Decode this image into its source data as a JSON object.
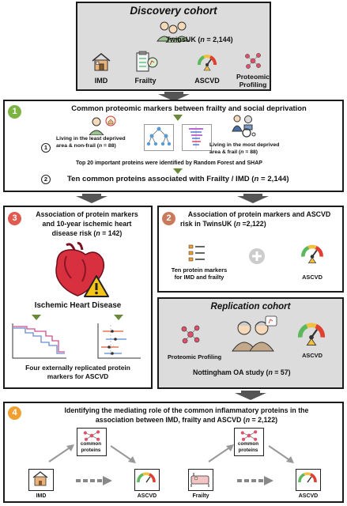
{
  "discovery": {
    "title": "Discovery cohort",
    "cohort": "TwinsUK (",
    "cohort_n": "n",
    "cohort_tail": " = 2,144)",
    "labels": [
      "IMD",
      "Frailty",
      "ASCVD",
      "Proteomic Profiling"
    ]
  },
  "step1": {
    "number": "1",
    "title": "Common proteomic markers between frailty and social deprivation",
    "left_line1": "Living in the least deprived",
    "left_line2": "area & non-frail (",
    "left_n": "n",
    "left_tail": " = 88)",
    "right_line1": "Living in the most deprived",
    "right_line2": "area & frail (",
    "right_n": "n",
    "right_tail": " = 88)",
    "top20": "Top 20 important proteins were identified by Random Forest and SHAP",
    "result": "Ten common proteins associated with Frailty / IMD (",
    "result_n": "n",
    "result_tail": " = 2,144)",
    "sub1": "1",
    "sub2": "2"
  },
  "step3": {
    "number": "3",
    "title1": "Association of protein markers",
    "title2": "and 10-year ischemic heart",
    "title3": "disease risk (",
    "title3_n": "n",
    "title3_tail": " = 142)",
    "ihd": "Ischemic Heart Disease",
    "caption1": "Four externally replicated protein",
    "caption2": "markers for ASCVD"
  },
  "step2": {
    "number": "2",
    "title1": "Association of protein markers and ASCVD",
    "title2": "risk in TwinsUK (",
    "title2_n": "n",
    "title2_tail": " =2,122)",
    "left1": "Ten protein markers",
    "left2": "for IMD and frailty",
    "right": "ASCVD"
  },
  "replication": {
    "title": "Replication cohort",
    "left": "Proteomic Profiling",
    "right": "ASCVD",
    "study": "Nottingham OA study  (",
    "study_n": "n",
    "study_tail": " = 57)"
  },
  "step4": {
    "number": "4",
    "title1": "Identifying the mediating role of the common inflammatory proteins in the",
    "title2": "association between IMD, frailty and ASCVD (",
    "title2_n": "n",
    "title2_tail": " = 2,122)",
    "common1": "common",
    "common2": "proteins",
    "imd": "IMD",
    "ascvd": "ASCVD",
    "frailty": "Frailty"
  },
  "colors": {
    "green": "#7cb342",
    "red": "#e05a4f",
    "brown": "#c97a5a",
    "orange": "#f0a030",
    "gray_panel": "#dcdcdc"
  }
}
